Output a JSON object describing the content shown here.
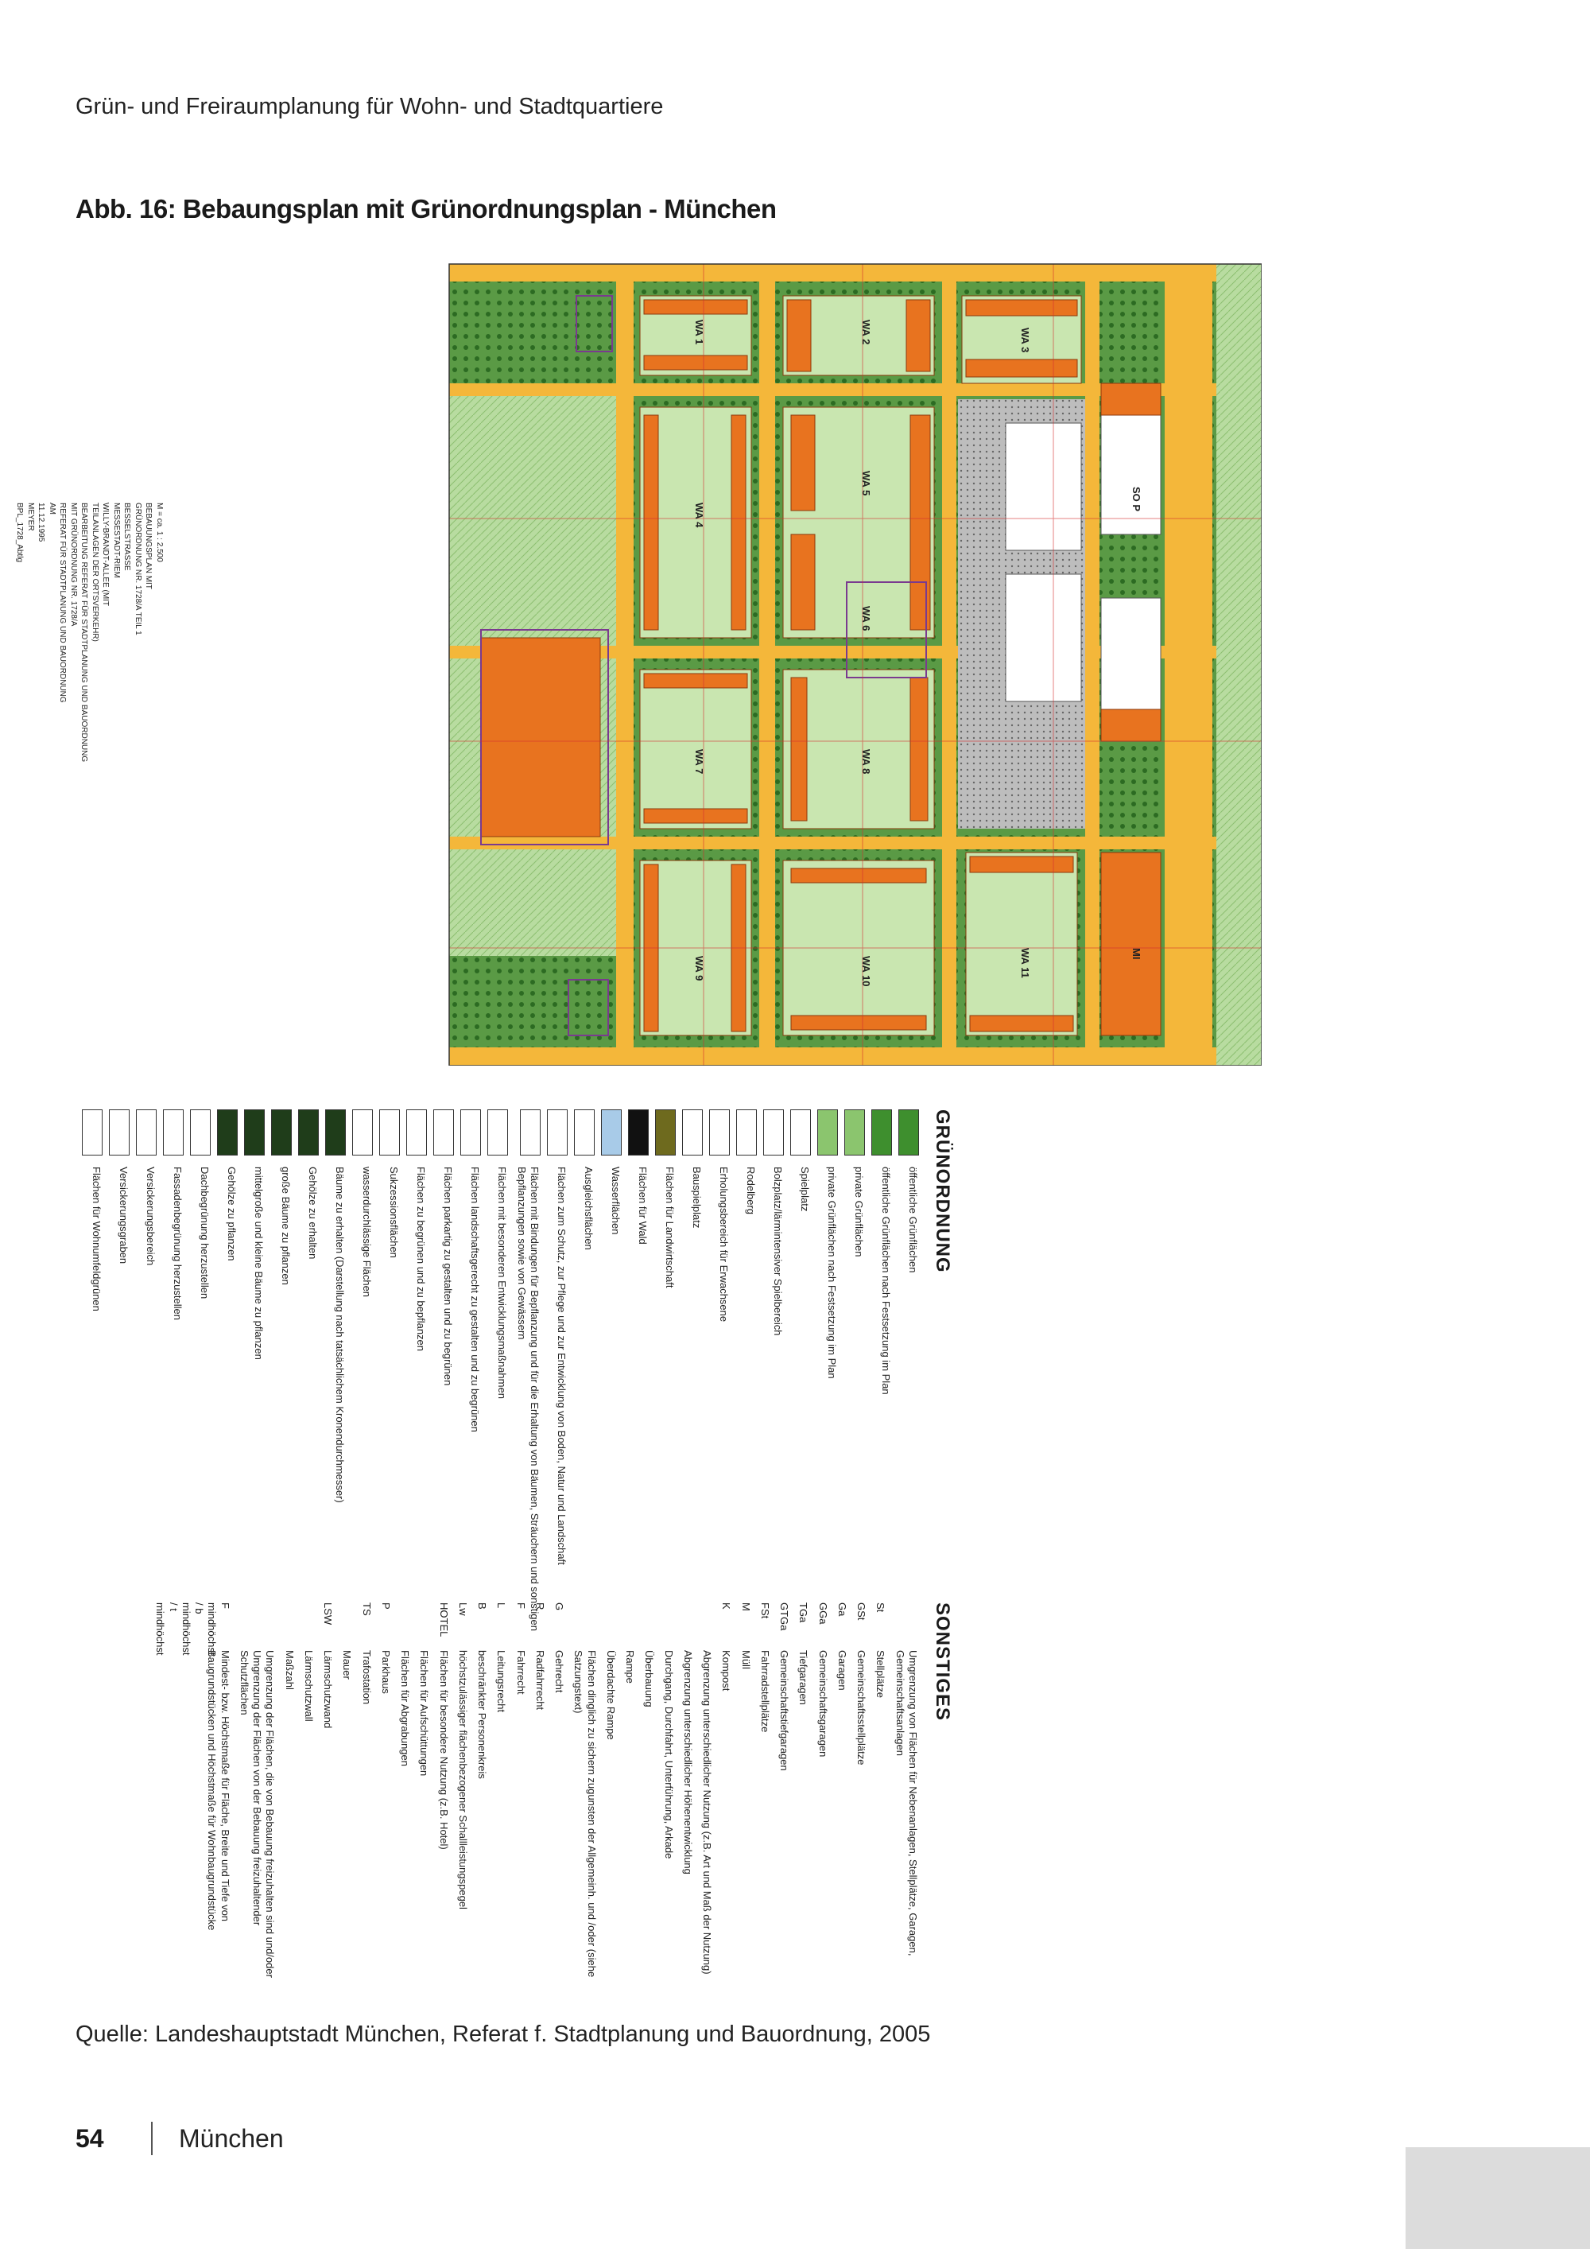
{
  "header": {
    "running_head": "Grün- und Freiraumplanung für Wohn- und Stadtquartiere"
  },
  "figure": {
    "title": "Abb. 16: Bebaungsplan mit Grünordnungsplan - München",
    "plan_labels": {
      "scale": "M = ca. 1 : 2.500",
      "annotation": [
        "BEBAUUNGSPLAN MIT",
        "GRÜNORDNUNG NR. 1728/A TEIL 1",
        "BESSELSTRASSE",
        "MESSESTADT-RIEM",
        "WILLY-BRANDT-ALLEE (MIT",
        "TEILANLAGEN DER ORTSVERKEHR)",
        "BEARBEITUNG REFERAT FÜR STADTPLANUNG UND BAUORDNUNG",
        "MIT GRÜNORDNUNG NR. 1728/A"
      ],
      "signature_block": [
        "REFERAT FÜR STADTPLANUNG UND BAUORDNUNG",
        "AM",
        "11.12.1995",
        "MEYER",
        "BPL_1728_Abtlg"
      ],
      "zones": [
        "WA 1",
        "WA 2",
        "WA 3",
        "WA 4",
        "WA 5",
        "WA 6",
        "WA 7",
        "WA 8",
        "WA 9",
        "WA 10",
        "WA 11",
        "SO P",
        "MI"
      ]
    }
  },
  "legend": {
    "gruenordnung": {
      "heading": "GRÜNORDNUNG",
      "items": [
        {
          "text": "öffentliche Grünflächen",
          "color": "#3e8f2e"
        },
        {
          "text": "öffentliche Grünflächen nach Festsetzung im Plan",
          "color": "#3e8f2e"
        },
        {
          "text": "private Grünflächen",
          "color": "#8bc56e"
        },
        {
          "text": "private Grünflächen nach Festsetzung im Plan",
          "color": "#8bc56e"
        },
        {
          "text": "Spielplatz",
          "color": "#ffffff"
        },
        {
          "text": "Bolzplatz/lärmintensiver Spielbereich",
          "color": "#ffffff"
        },
        {
          "text": "Rodelberg",
          "color": "#ffffff"
        },
        {
          "text": "Erholungsbereich für Erwachsene",
          "color": "#ffffff"
        },
        {
          "text": "Bauspielplatz",
          "color": "#ffffff"
        },
        {
          "text": "Flächen für Landwirtschaft",
          "color": "#6e6a1e"
        },
        {
          "text": "Flächen für Wald",
          "color": "#111111"
        },
        {
          "text": "Wasserflächen",
          "color": "#a8cbe8"
        },
        {
          "text": "Ausgleichsflächen",
          "color": "#ffffff"
        },
        {
          "text": "Flächen zum Schutz, zur Pflege und zur Entwicklung von Boden, Natur und Landschaft",
          "color": "#ffffff"
        },
        {
          "text": "Flächen mit Bindungen für Bepflanzung und für die Erhaltung von Bäumen, Sträuchern und sonstigen Bepflanzungen sowie von Gewässern",
          "color": "#ffffff"
        },
        {
          "text": "Flächen mit besonderen Entwicklungsmaßnahmen",
          "color": "#ffffff"
        },
        {
          "text": "Flächen landschaftsgerecht zu gestalten und zu begrünen",
          "color": "#ffffff"
        },
        {
          "text": "Flächen parkartig zu gestalten und zu begrünen",
          "color": "#ffffff"
        },
        {
          "text": "Flächen zu begrünen und zu bepflanzen",
          "color": "#ffffff"
        },
        {
          "text": "Sukzessionsflächen",
          "color": "#ffffff"
        },
        {
          "text": "wasserdurchlässige Flächen",
          "color": "#ffffff"
        },
        {
          "text": "Bäume zu erhalten (Darstellung nach tatsächlichem Kronendurchmesser)",
          "color": "#1f3d1a"
        },
        {
          "text": "Gehölze zu erhalten",
          "color": "#1f3d1a"
        },
        {
          "text": "große Bäume zu pflanzen",
          "color": "#1f3d1a"
        },
        {
          "text": "mittelgroße und kleine Bäume zu pflanzen",
          "color": "#1f3d1a"
        },
        {
          "text": "Gehölze zu pflanzen",
          "color": "#1f3d1a"
        },
        {
          "text": "Dachbegrünung herzustellen",
          "color": "#ffffff"
        },
        {
          "text": "Fassadenbegrünung herzustellen",
          "color": "#ffffff"
        },
        {
          "text": "Versickerungsbereich",
          "color": "#ffffff"
        },
        {
          "text": "Versickerungsgraben",
          "color": "#ffffff"
        },
        {
          "text": "Flächen für Wohnumfeldgrünen",
          "color": "#ffffff"
        }
      ]
    },
    "sonstiges": {
      "heading": "SONSTIGES",
      "items": [
        {
          "code": "",
          "text": "Umgrenzung von Flächen für Nebenanlagen, Stellplätze, Garagen, Gemeinschaftsanlagen"
        },
        {
          "code": "St",
          "text": "Stellplätze"
        },
        {
          "code": "GSt",
          "text": "Gemeinschaftsstellplätze"
        },
        {
          "code": "Ga",
          "text": "Garagen"
        },
        {
          "code": "GGa",
          "text": "Gemeinschaftsgaragen"
        },
        {
          "code": "TGa",
          "text": "Tiefgaragen"
        },
        {
          "code": "GTGa",
          "text": "Gemeinschaftstiefgaragen"
        },
        {
          "code": "FSt",
          "text": "Fahrradstellplätze"
        },
        {
          "code": "M",
          "text": "Müll"
        },
        {
          "code": "K",
          "text": "Kompost"
        },
        {
          "code": "",
          "text": "Abgrenzung unterschiedlicher Nutzung (z.B. Art und Maß der Nutzung)"
        },
        {
          "code": "",
          "text": "Abgrenzung unterschiedlicher Höhenentwicklung"
        },
        {
          "code": "",
          "text": "Durchgang, Durchfahrt, Unterführung, Arkade"
        },
        {
          "code": "",
          "text": "Überbauung"
        },
        {
          "code": "",
          "text": "Rampe"
        },
        {
          "code": "",
          "text": "Überdachte Rampe"
        },
        {
          "code": "",
          "text": "Flächen dinglich zu sichern zugunsten der Allgemeinh. und /oder (siehe Satzungstext)"
        },
        {
          "code": "G",
          "text": "Gehrecht"
        },
        {
          "code": "R",
          "text": "Radfahrrecht"
        },
        {
          "code": "F",
          "text": "Fahrrecht"
        },
        {
          "code": "L",
          "text": "Leitungsrecht"
        },
        {
          "code": "B",
          "text": "beschränkter Personenkreis"
        },
        {
          "code": "Lw",
          "text": "höchstzulässiger flächenbezogener Schallleistungspegel"
        },
        {
          "code": "HOTEL",
          "text": "Flächen für besondere Nutzung (z.B. Hotel)"
        },
        {
          "code": "",
          "text": "Flächen für Aufschüttungen"
        },
        {
          "code": "",
          "text": "Flächen für Abgrabungen"
        },
        {
          "code": "P",
          "text": "Parkhaus"
        },
        {
          "code": "TS",
          "text": "Trafostation"
        },
        {
          "code": "",
          "text": "Mauer"
        },
        {
          "code": "LSW",
          "text": "Lärmschutzwand"
        },
        {
          "code": "",
          "text": "Lärmschutzwall"
        },
        {
          "code": "",
          "text": "Maßzahl"
        },
        {
          "code": "",
          "text": "Umgrenzung der Flächen, die von Bebauung freizuhalten sind und/oder Umgrenzung der Flächen von der Bebauung freizuhaltender Schutzflächen"
        },
        {
          "code": "F mindhöchst / b mindhöchst / t mindhöchst",
          "text": "Mindest- bzw. Höchstmaße für Fläche, Breite und Tiefe von Baugrundstücken und Höchstmaße für Wohnbaugrundstücke"
        }
      ]
    }
  },
  "source": "Quelle: Landeshauptstadt München, Referat f. Stadtplanung und Bauordnung, 2005",
  "footer": {
    "page_number": "54",
    "city": "München"
  }
}
